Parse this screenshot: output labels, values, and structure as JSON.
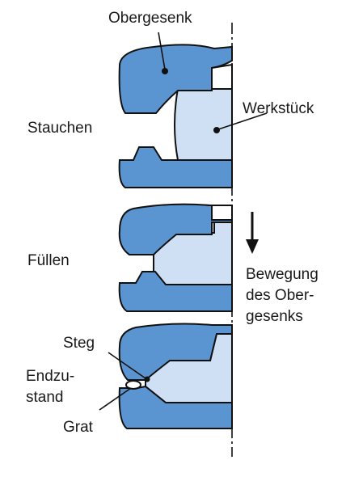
{
  "colors": {
    "die": "#5b95d1",
    "workpiece": "#cfe0f4",
    "outline": "#111111"
  },
  "labels": {
    "upper_die": "Obergesenk",
    "workpiece": "Werkstück",
    "stage_upsetting": "Stauchen",
    "stage_filling": "Füllen",
    "motion_line1": "Bewegung",
    "motion_line2": "des Ober-",
    "motion_line3": "gesenks",
    "land": "Steg",
    "final_state_line1": "Endzu-",
    "final_state_line2": "stand",
    "flash": "Grat"
  }
}
